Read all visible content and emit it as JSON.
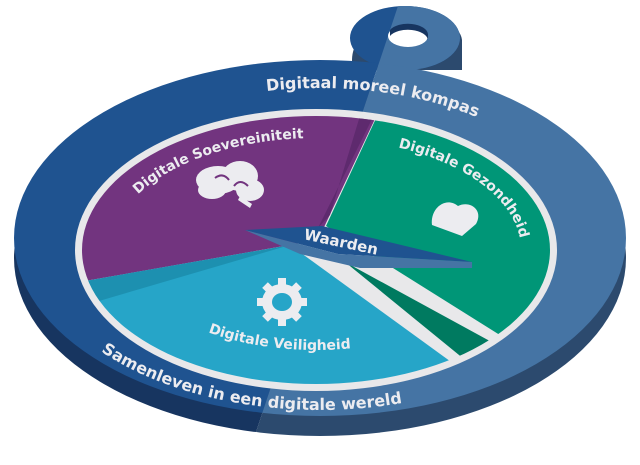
{
  "title": "Digitaal moreel kompas",
  "subtitle": "Samenleven in een digitale wereld",
  "needle_label": "Waarden",
  "sectors": [
    {
      "label": "Digitale Soevereiniteit",
      "icon": "brain-icon",
      "color": "#72347f"
    },
    {
      "label": "Digitale Gezondheid",
      "icon": "heart-icon",
      "color": "#009677"
    },
    {
      "label": "Digitale Veiligheid",
      "icon": "gear-icon",
      "color": "#26a5c8"
    }
  ],
  "colors": {
    "ring_dark": "#1f5390",
    "ring_light": "#4574a4",
    "inner_border": "#e8e8ea"
  }
}
